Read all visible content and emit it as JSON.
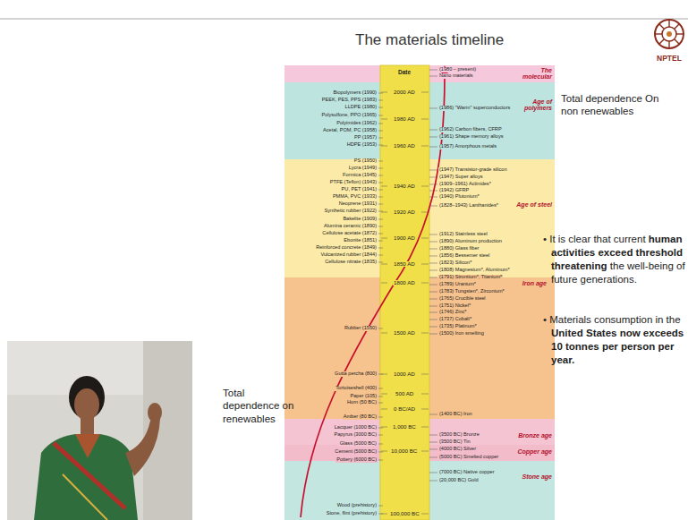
{
  "diagram": {
    "title": "The materials timeline",
    "nodes": [
      {
        "text": [
          "The molecular age"
        ]
      },
      {
        "text": [
          "Age of polymers"
        ]
      },
      {
        "text": [
          "Age of steel"
        ]
      },
      {
        "text": [
          "Iron age"
        ]
      },
      {
        "text": [
          "Bronze age"
        ]
      },
      {
        "text": [
          "Copper age"
        ]
      },
      {
        "text": [
          "Stone age"
        ]
      }
    ],
    "labels": [
      "The materials timeline",
      "NPTEL",
      "Date",
      "2000 AD",
      "1980 AD",
      "1960 AD",
      "1940 AD",
      "1920 AD",
      "1900 AD",
      "1850 AD",
      "1800 AD",
      "1500 AD",
      "1000 AD",
      "500 AD",
      "0 BC/AD",
      "1,000 BC",
      "10,000 BC",
      "100,000 BC",
      "Biopolymers (1990)",
      "PEEK, PES, PPS (1983)",
      "LLDPE (1980)",
      "Polysulfone, PPO (1965)",
      "Polyimides (1962)",
      "Acetal, POM, PC (1958)",
      "PP (1957)",
      "HDPE (1953)",
      "PS (1950)",
      "Lycra (1949)",
      "Formica (1945)",
      "PTFE (Teflon) (1943)",
      "PU, PET (1941)",
      "PMMA, PVC (1933)",
      "Neoprene (1931)",
      "Synthetic rubber (1922)",
      "Bakelite (1909)",
      "Alumina ceramic (1890)",
      "Cellulose acetate (1872)",
      "Ebonite (1851)",
      "Reinforced concrete (1849)",
      "Vulcanized rubber (1844)",
      "Cellulose nitrate (1835)",
      "Rubber (1550)",
      "Gutta percha (800)",
      "Tortoiseshell (400)",
      "Paper (105)",
      "Horn (50 BC)",
      "Amber (80 BC)",
      "Lacquer (1000 BC)",
      "Papyrus (3000 BC)",
      "Glass (5000 BC)",
      "Cement (5000 BC)",
      "Pottery (6000 BC)",
      "Wood (prehistory)",
      "Stone, flint (prehistory)",
      "(1980 – present)",
      "Nano materials",
      "(1986) \"Warm\" superconductors",
      "(1962) Carbon fibers, CFRP",
      "(1961) Shape memory alloys",
      "(1957) Amorphous metals",
      "(1947) Transistor-grade silicon",
      "(1947) Super alloys",
      "(1909–1961) Actinides*",
      "(1942) GFRP",
      "(1940) Plutonium*",
      "(1828–1943) Lanthanides*",
      "(1912) Stainless steel",
      "(1890) Aluminum production",
      "(1880) Glass fiber",
      "(1856) Bessemer steel",
      "(1823) Silicon*",
      "(1808) Magnesium*, Aluminum*",
      "(1791) Strontium*, Titanium*",
      "(1789) Uranium*",
      "(1783) Tungsten*, Zirconium*",
      "(1765) Crucible steel",
      "(1751) Nickel*",
      "(1746) Zinc*",
      "(1737) Cobalt*",
      "(1735) Platinum*",
      "(1500) Iron smelting",
      "(1400 BC) Iron",
      "(3500 BC) Bronze",
      "(3500 BC) Tin",
      "(4000 BC) Silver",
      "(5000 BC) Smelted copper",
      "(7000 BC) Native copper",
      "(20,000 BC) Gold",
      "Total dependence On non renewables",
      "Total dependence on renewables",
      "• It is clear that current",
      "human activities exceed threshold threatening",
      "the well-being of future generations.",
      "• Materials consumption in the",
      "United States now exceeds 10 tonnes per person per year."
    ]
  }
}
